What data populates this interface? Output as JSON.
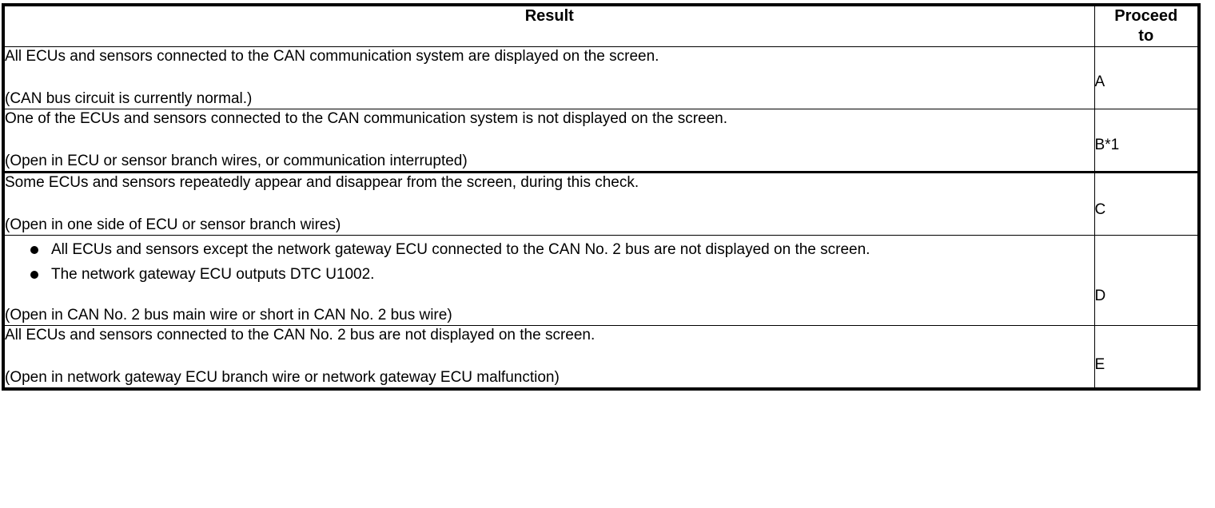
{
  "table": {
    "headers": {
      "result": "Result",
      "proceed_line1": "Proceed",
      "proceed_line2": "to"
    },
    "rows": [
      {
        "main": "All ECUs and sensors connected to the CAN communication system are displayed on the screen.",
        "note": "(CAN bus circuit is currently normal.)",
        "proceed": "A"
      },
      {
        "main": "One of the ECUs and sensors connected to the CAN communication system is not displayed on the screen.",
        "note": "(Open in ECU or sensor branch wires, or communication interrupted)",
        "proceed": "B*1"
      },
      {
        "main": "Some ECUs and sensors repeatedly appear and disappear from the screen, during this check.",
        "note": "(Open in one side of ECU or sensor branch wires)",
        "proceed": "C"
      },
      {
        "bullets": [
          "All ECUs and sensors except the network gateway ECU connected to the CAN No. 2 bus are not displayed on the screen.",
          "The network gateway ECU outputs DTC U1002."
        ],
        "note": "(Open in CAN No. 2 bus main wire or short in CAN No. 2 bus wire)",
        "proceed": "D"
      },
      {
        "main": "All ECUs and sensors connected to the CAN No. 2 bus are not displayed on the screen.",
        "note": "(Open in network gateway ECU branch wire or network gateway ECU malfunction)",
        "proceed": "E"
      }
    ],
    "colors": {
      "border": "#000000",
      "text": "#000000",
      "background": "#ffffff"
    }
  }
}
